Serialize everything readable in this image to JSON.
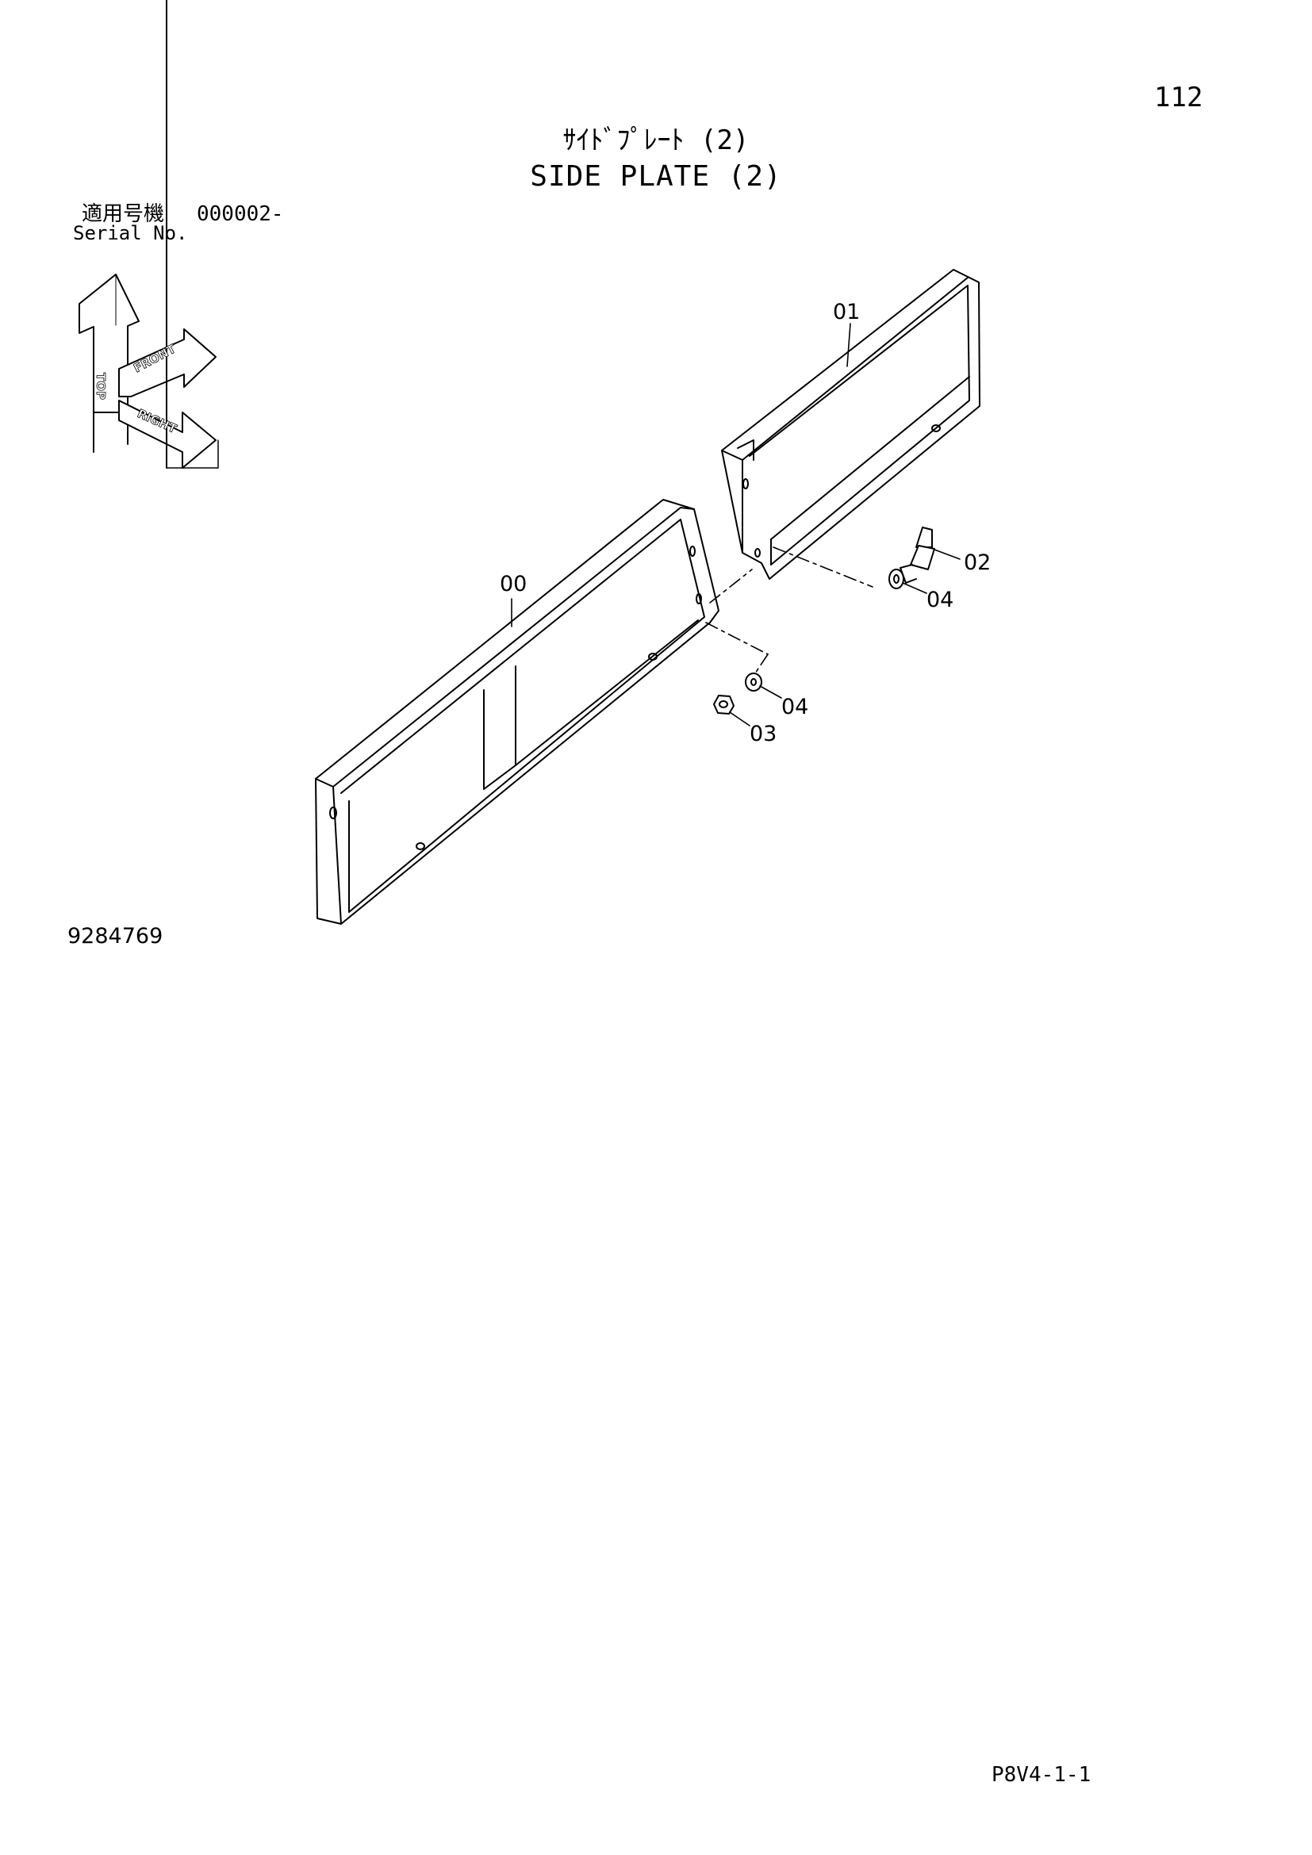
{
  "page": {
    "number": "112",
    "title_jp": "ｻｲﾄﾞﾌﾟﾚｰﾄ (2)",
    "title_en": "SIDE PLATE (2)",
    "code": "P8V4-1-1"
  },
  "serial": {
    "label_jp": "適用号機",
    "value": "000002-",
    "label_en": "Serial No."
  },
  "drawing_number": "9284769",
  "orientation": {
    "top": "TOP",
    "front": "FRONT",
    "right": "RIGHT"
  },
  "callouts": {
    "part_00": "00",
    "part_01": "01",
    "part_02": "02",
    "part_03": "03",
    "part_04a": "04",
    "part_04b": "04"
  }
}
